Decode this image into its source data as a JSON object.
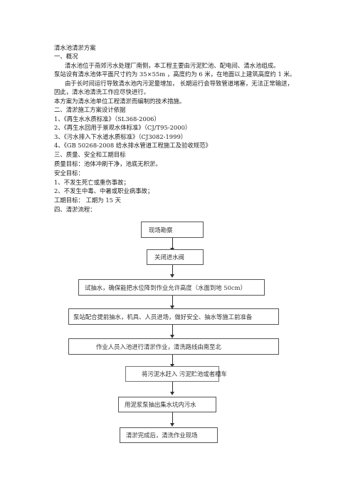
{
  "doc": {
    "title": "清水池清淤方案",
    "sec1_heading": "一、概况",
    "sec1_p1": "清水池位于燕郊污水处理厂南侧，本工程主要由污泥贮池、配电间、清水池组成。",
    "sec1_p2": "泵站设有清水池体平面尺寸约为 35×55m ，高度约为 6 米，在地面以上建筑高度约 1 米。",
    "sec1_p3": "由于长时间运行导致清水池内污泥量增加， 长期运行会导致管道堵塞，无法正常输送，",
    "sec1_p4": "因此，清水池清洗工作应尽快进行。",
    "sec1_p5": "本方案为清水池单位工程清淤而编制的技术措施。",
    "sec2_heading": "二、清淤施工方案设计依据",
    "basis": [
      "1、《再生水水质标准》（SL368-2006）",
      "2、《再生水回用于景观水体标准》（CJ/T95-2000）",
      "3、《污水排入下水道水质标准》（CJ3082-1999）",
      "4、《GB 50268-2008 给水排水管道工程施工及验收规范》"
    ],
    "sec3_heading": "三、质量、安全和工期目标",
    "quality_goal": "质量目标：池体冲刷干净，池底无积淤。",
    "safety_heading": "安全目标：",
    "safety_goals": [
      "1、不发生死亡或重伤事故；",
      "2、不发生中毒、中暑或职业病事故；"
    ],
    "schedule_goal": "工期目标： 工期为 15  天",
    "sec4_heading": "四、清淤流程："
  },
  "flow": {
    "steps": [
      "现场勘察",
      "关闭进水阀",
      "试抽水，确保能把水位降到作业允许高度（水面到地        50cm）",
      "泵站配合提前抽水，机具、人员进场，做好安全、抽水等施工前准备",
      "作业人员入池进行清淤作业，清洗路线由南至北",
      "将污泥水赶入 污泥贮池或者槽车",
      "用泥浆泵抽出集水坑内污水",
      "清淤完成后，清洗作业现场"
    ]
  }
}
